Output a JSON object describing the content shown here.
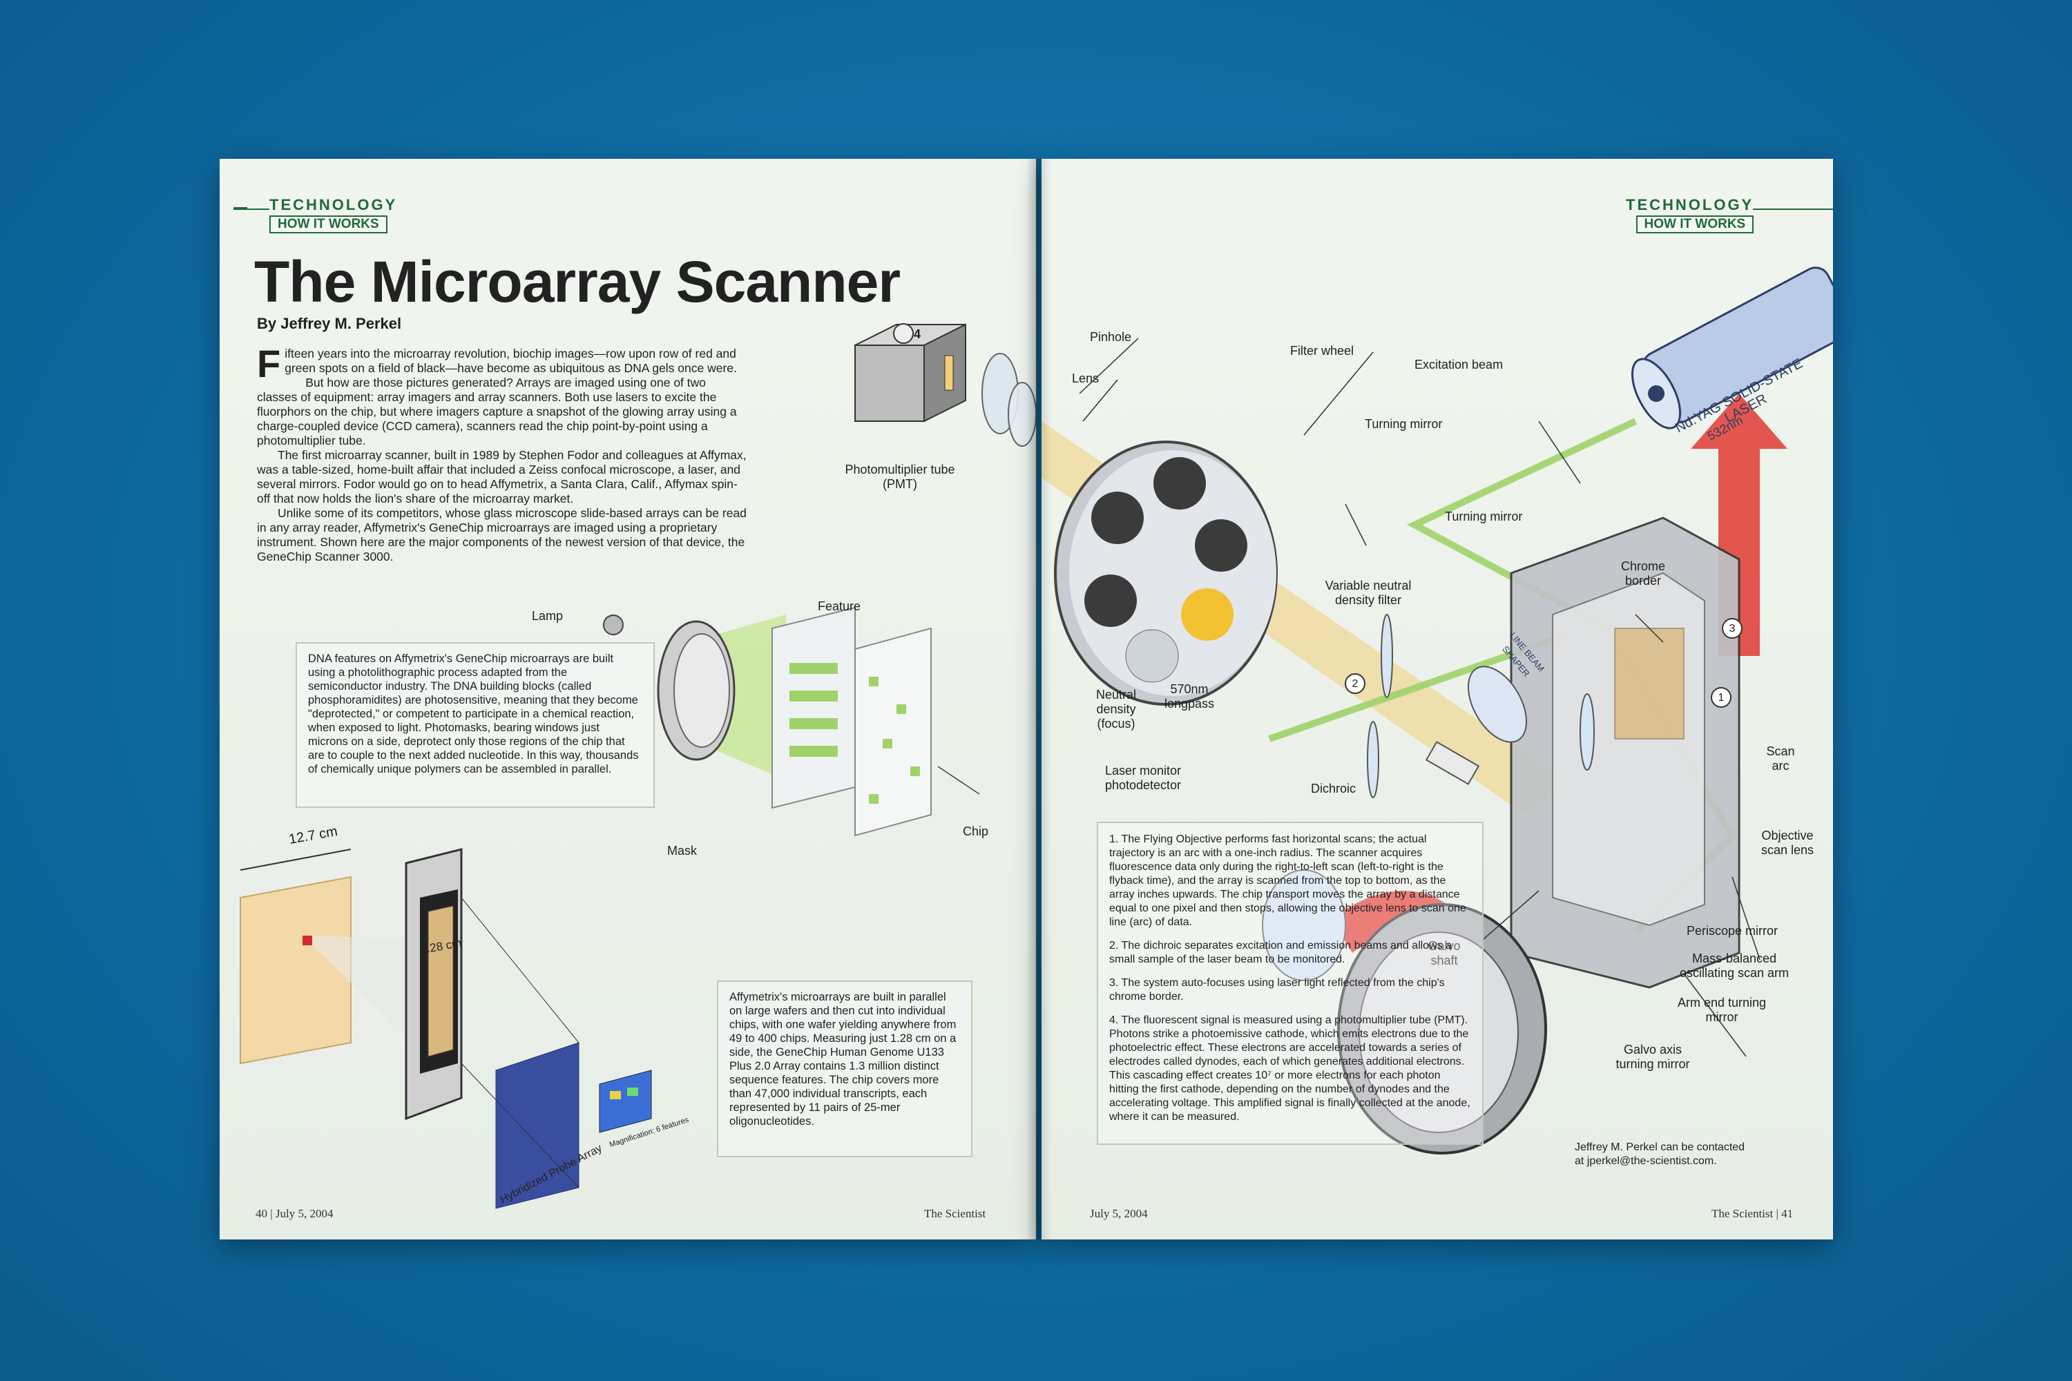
{
  "header": {
    "section": "TECHNOLOGY",
    "subsection": "HOW IT WORKS"
  },
  "article": {
    "title": "The Microarray Scanner",
    "byline": "By Jeffrey M. Perkel",
    "dropcap": "F",
    "para1": "ifteen years into the microarray revolution, biochip images—row upon row of red and green spots on a field of black—have become as ubiquitous as DNA gels once were.",
    "para2": "But how are those pictures generated? Arrays are imaged using one of two classes of equipment: array imagers and array scanners. Both use lasers to excite the fluorphors on the chip, but where imagers capture a snapshot of the glowing array using a charge-coupled device (CCD camera), scanners read the chip point-by-point using a photomultiplier tube.",
    "para3": "The first microarray scanner, built in 1989 by Stephen Fodor and colleagues at Affymax, was a table-sized, home-built affair that included a Zeiss confocal microscope, a laser, and several mirrors. Fodor would go on to head Affymetrix, a Santa Clara, Calif., Affymax spin-off that now holds the lion's share of the microarray market.",
    "para4": "Unlike some of its competitors, whose glass microscope slide-based arrays can be read in any array reader, Affymetrix's GeneChip microarrays are imaged using a proprietary instrument. Shown here are the major components of the newest version of that device, the GeneChip Scanner 3000."
  },
  "boxes": {
    "photolitho": "DNA features on Affymetrix's GeneChip microarrays are built using a photolithographic process adapted from the semiconductor industry. The DNA building blocks (called phosphoramidites) are photosensitive, meaning that they become \"deprotected,\" or competent to participate in a chemical reaction, when exposed to light. Photomasks, bearing windows just microns on a side, deprotect only those regions of the chip that are to couple to the next added nucleotide. In this way, thousands of chemically unique polymers can be assembled in parallel.",
    "wafers": "Affymetrix's microarrays are built in parallel on large wafers and then cut into individual chips, with one wafer yielding anywhere from 49 to 400 chips. Measuring just 1.28 cm on a side, the GeneChip Human Genome U133 Plus 2.0 Array contains 1.3 million distinct sequence features. The chip covers more than 47,000 individual transcripts, each represented by 11 pairs of 25-mer oligonucleotides."
  },
  "left_labels": {
    "lamp": "Lamp",
    "feature": "Feature",
    "mask": "Mask",
    "chip": "Chip",
    "wafer_size": "12.7 cm",
    "chip_size": "1.28 cm",
    "probe_array": "Hybridized Probe Array",
    "magnification": "Magnification: 6 features",
    "pmt_number": "4",
    "pmt": "Photomultiplier tube (PMT)"
  },
  "right_labels": {
    "pinhole": "Pinhole",
    "lens": "Lens",
    "filter_wheel": "Filter wheel",
    "excitation_beam": "Excitation beam",
    "laser_text": "Nd:YAG SOLID-STATE LASER",
    "laser_wavelength": "532nm",
    "turning_mirror_1": "Turning mirror",
    "turning_mirror_2": "Turning mirror",
    "cylinder_text": "LINE BEAM SHAPER",
    "vndf": "Variable neutral density filter",
    "chrome_border": "Chrome border",
    "neutral_density": "Neutral density (focus)",
    "longpass": "570nm longpass",
    "num1": "1",
    "num2": "2",
    "num3": "3",
    "laser_monitor": "Laser monitor photodetector",
    "dichroic": "Dichroic",
    "scan_arc": "Scan arc",
    "objective": "Objective scan lens",
    "galvo_shaft": "Galvo shaft",
    "periscope": "Periscope mirror",
    "mass_balanced": "Mass-balanced oscillating scan arm",
    "arm_end": "Arm end turning mirror",
    "galvo_axis": "Galvo axis turning mirror"
  },
  "notes": {
    "n1": "1. The Flying Objective performs fast horizontal scans; the actual trajectory is an arc with a one-inch radius. The scanner acquires fluorescence data only during the right-to-left scan (left-to-right is the flyback time), and the array is scanned from the top to bottom, as the array inches upwards. The chip transport moves the array by a distance equal to one pixel and then stops, allowing the objective lens to scan one line (arc) of data.",
    "n2": "2. The dichroic separates excitation and emission beams and allows a small sample of the laser beam to be monitored.",
    "n3": "3. The system auto-focuses using laser light reflected from the chip's chrome border.",
    "n4": "4. The fluorescent signal is measured using a photomultiplier tube (PMT). Photons strike a photoemissive cathode, which emits electrons due to the photoelectric effect. These electrons are accelerated towards a series of electrodes called dynodes, each of which generates additional electrons. This cascading effect creates 10⁷ or more electrons for each photon hitting the first cathode, depending on the number of dynodes and the accelerating voltage. This amplified signal is finally collected at the anode, where it can be measured."
  },
  "contact": "Jeffrey M. Perkel can be contacted at jperkel@the-scientist.com.",
  "folios": {
    "left_date": "40 | July 5, 2004",
    "left_pub": "The Scientist",
    "right_date": "July 5, 2004",
    "right_pub": "The Scientist | 41"
  },
  "colors": {
    "section_green": "#1f6a3a",
    "beam_green": "#9fd36a",
    "beam_yellow": "#f3cf7a",
    "arrow_red": "#e03a32",
    "background_blue": "#1272a8"
  }
}
